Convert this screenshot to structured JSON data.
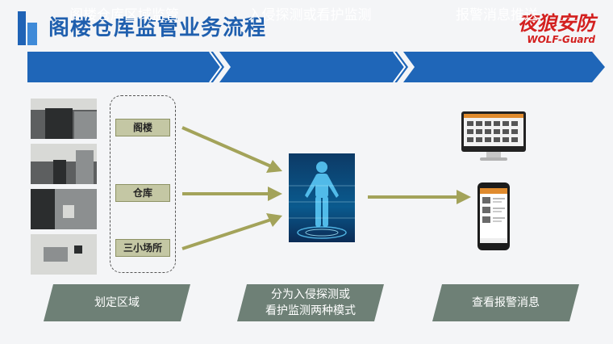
{
  "header": {
    "title": "阁楼仓库监管业务流程"
  },
  "brand": {
    "name_cn": "夜狼安防",
    "name_en": "WOLF-Guard"
  },
  "colors": {
    "title_blue": "#1f5fae",
    "banner_blue": "#1f66b8",
    "brand_red": "#d3201f",
    "arrow_olive": "#a3a35a",
    "label_gray_green": "#6e8076"
  },
  "process_steps": [
    {
      "label": "阁楼仓库区域监管"
    },
    {
      "label": "入侵探测或看护监测"
    },
    {
      "label": "报警消息推送"
    }
  ],
  "zones": [
    {
      "label": "阁楼"
    },
    {
      "label": "仓库"
    },
    {
      "label": "三小场所"
    }
  ],
  "bottom_labels": [
    {
      "line1": "划定区域",
      "line2": ""
    },
    {
      "line1": "分为入侵探测或",
      "line2": "看护监测两种模式"
    },
    {
      "line1": "查看报警消息",
      "line2": ""
    }
  ],
  "icons": {
    "logo": "blue-bars-logo-icon",
    "human": "digital-human-scan-icon",
    "monitor": "desktop-monitor-icon",
    "phone": "smartphone-icon"
  }
}
